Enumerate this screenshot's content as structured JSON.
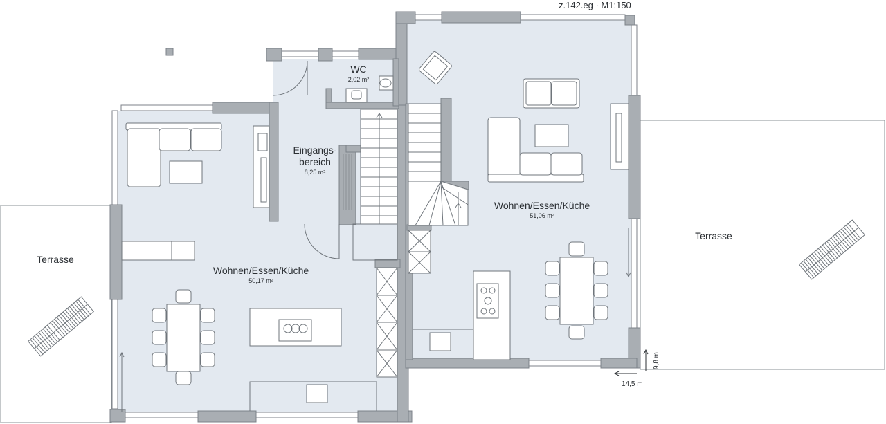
{
  "header": {
    "plan_id": "z.142.eg · M1:150"
  },
  "rooms": {
    "wc": {
      "name": "WC",
      "area": "2,02 m²"
    },
    "entrance": {
      "name_line1": "Eingangs-",
      "name_line2": "bereich",
      "area": "8,25 m²"
    },
    "living_left": {
      "name": "Wohnen/Essen/Küche",
      "area": "50,17 m²"
    },
    "living_right": {
      "name": "Wohnen/Essen/Küche",
      "area": "51,06 m²"
    },
    "terrace_left": {
      "name": "Terrasse"
    },
    "terrace_right": {
      "name": "Terrasse"
    }
  },
  "dimensions": {
    "depth": "9,8 m",
    "width": "14,5 m"
  },
  "colors": {
    "floor": "#e3e9f0",
    "wall": "#a9aeb3",
    "wall_outline": "#7c8288",
    "line": "#6f757b"
  }
}
